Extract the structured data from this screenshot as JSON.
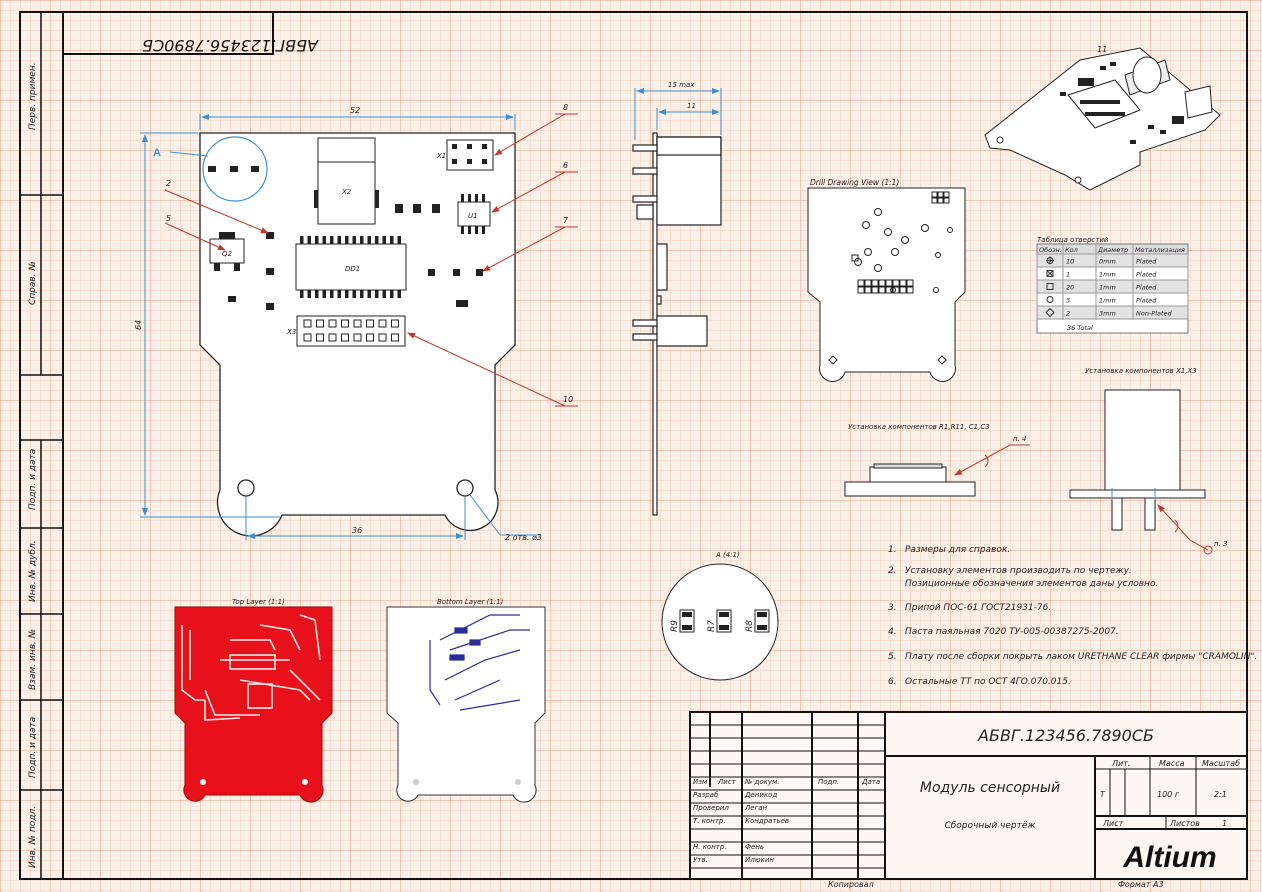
{
  "sheet": {
    "mirror_code": "АБВГ.123456.7890СБ",
    "copied_label": "Копировал",
    "format_label": "Формат А3"
  },
  "side_stamp": [
    "Перв. примен.",
    "Справ. №",
    "Подп. и дата",
    "Инв. № дубл.",
    "Взам. инв. №",
    "Подп. и дата",
    "Инв. № подл."
  ],
  "dims": {
    "width": "52",
    "height": "64",
    "hole_spacing": "36",
    "side_max": "15 max",
    "side_11": "11",
    "holes": "2 отв. ⌀3"
  },
  "callouts": {
    "A": "A",
    "n2": "2",
    "n5": "5",
    "n6": "6",
    "n7": "7",
    "n8": "8",
    "n10": "10",
    "n11": "11"
  },
  "refdes": {
    "x2": "X2",
    "x1": "X1",
    "x3": "X3",
    "dd1": "DD1",
    "u1": "U1",
    "q2": "Q2"
  },
  "views": {
    "drill": "Drill Drawing View (1:1)",
    "top_layer": "Top Layer (1:1)",
    "bottom_layer": "Bottom Layer (1:1)",
    "detail": "A (4:1)",
    "detail_refs": [
      "R9",
      "R7",
      "R8"
    ],
    "install_r": "Установка компонентов R1,R11, C1,C3",
    "install_x": "Установка компонентов X1,X3",
    "p4": "п. 4",
    "p3": "п. 3"
  },
  "drill_table": {
    "title": "Таблица отверстий",
    "headers": [
      "Обозн.",
      "Кол",
      "Диаметр",
      "Металлизация"
    ],
    "rows": [
      {
        "symbol": "crosshair",
        "count": "10",
        "diameter": "0mm",
        "plating": "Plated"
      },
      {
        "symbol": "box-x",
        "count": "1",
        "diameter": "1mm",
        "plating": "Plated"
      },
      {
        "symbol": "square",
        "count": "20",
        "diameter": "1mm",
        "plating": "Plated"
      },
      {
        "symbol": "circle",
        "count": "3",
        "diameter": "1mm",
        "plating": "Plated"
      },
      {
        "symbol": "diamond",
        "count": "2",
        "diameter": "3mm",
        "plating": "Non-Plated"
      }
    ],
    "total": "36 Total"
  },
  "notes": [
    {
      "n": "1.",
      "text": "Размеры для справок."
    },
    {
      "n": "2.",
      "text": "Установку элементов производить по чертежу.",
      "text2": "Позиционные обозначения элементов даны условно."
    },
    {
      "n": "3.",
      "text": "Припой ПОС-61 ГОСТ21931-76."
    },
    {
      "n": "4.",
      "text": "Паста паяльная 7020 ТУ-005-00387275-2007."
    },
    {
      "n": "5.",
      "text": "Плату после сборки покрыть лаком URETHANE CLEAR фирмы \"CRAMOLIN\"."
    },
    {
      "n": "6.",
      "text": "Остальные ТТ по ОСТ 4ГО.070.015."
    }
  ],
  "title_block": {
    "code": "АБВГ.123456.7890СБ",
    "name": "Модуль сенсорный",
    "doc_type": "Сборочный чертёж",
    "hdr": {
      "izm": "Изм",
      "list": "Лист",
      "ndoc": "№ докум.",
      "podp": "Подп.",
      "data": "Дата"
    },
    "roles": [
      {
        "role": "Разраб",
        "name": "Деникод"
      },
      {
        "role": "Проверил",
        "name": "Леган"
      },
      {
        "role": "Т. контр.",
        "name": "Кондратьев"
      },
      {
        "role": "",
        "name": ""
      },
      {
        "role": "Н. контр.",
        "name": "Фень"
      },
      {
        "role": "Утв.",
        "name": "Илюкин"
      }
    ],
    "lit": "Лит.",
    "massa": "Масса",
    "masshtab": "Масштаб",
    "lit_val": "Т",
    "mass_val": "100 г",
    "scale_val": "2:1",
    "list_label": "Лист",
    "listov_label": "Листов",
    "listov_val": "1",
    "logo": "Altium"
  }
}
